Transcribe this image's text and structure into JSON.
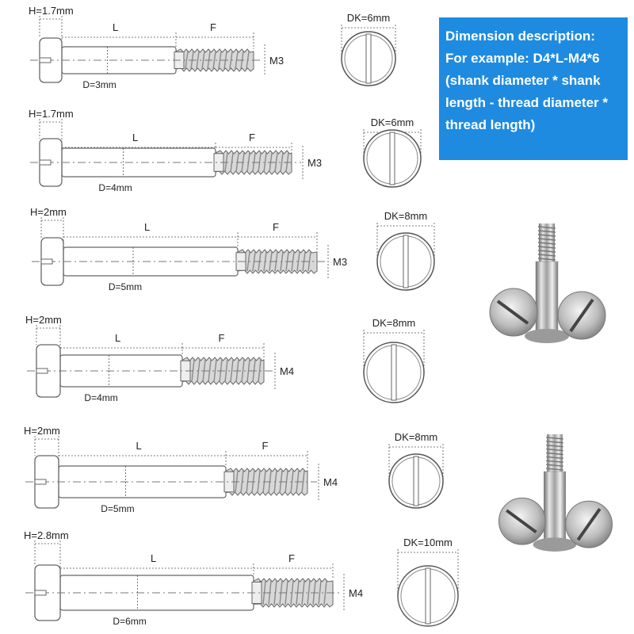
{
  "info": {
    "title": "Dimension description:",
    "lines": [
      "For example: D4*L-M4*6",
      "(shank diameter * shank",
      "length - thread diameter *",
      "thread length)"
    ]
  },
  "screws": [
    {
      "h_label": "H=1.7mm",
      "l_label": "L",
      "f_label": "F",
      "d_label": "D=3mm",
      "m_label": "M3",
      "dk_label": "DK=6mm"
    },
    {
      "h_label": "H=1.7mm",
      "l_label": "L",
      "f_label": "F",
      "d_label": "D=4mm",
      "m_label": "M3",
      "dk_label": "DK=6mm"
    },
    {
      "h_label": "H=2mm",
      "l_label": "L",
      "f_label": "F",
      "d_label": "D=5mm",
      "m_label": "M3",
      "dk_label": "DK=8mm"
    },
    {
      "h_label": "H=2mm",
      "l_label": "L",
      "f_label": "F",
      "d_label": "D=4mm",
      "m_label": "M4",
      "dk_label": "DK=8mm"
    },
    {
      "h_label": "H=2mm",
      "l_label": "L",
      "f_label": "F",
      "d_label": "D=5mm",
      "m_label": "M4",
      "dk_label": "DK=8mm"
    },
    {
      "h_label": "H=2.8mm",
      "l_label": "L",
      "f_label": "F",
      "d_label": "D=6mm",
      "m_label": "M4",
      "dk_label": "DK=10mm"
    }
  ],
  "colors": {
    "info_box": "#1e8be0",
    "line": "#444444",
    "steel": "#c8c8c8"
  }
}
